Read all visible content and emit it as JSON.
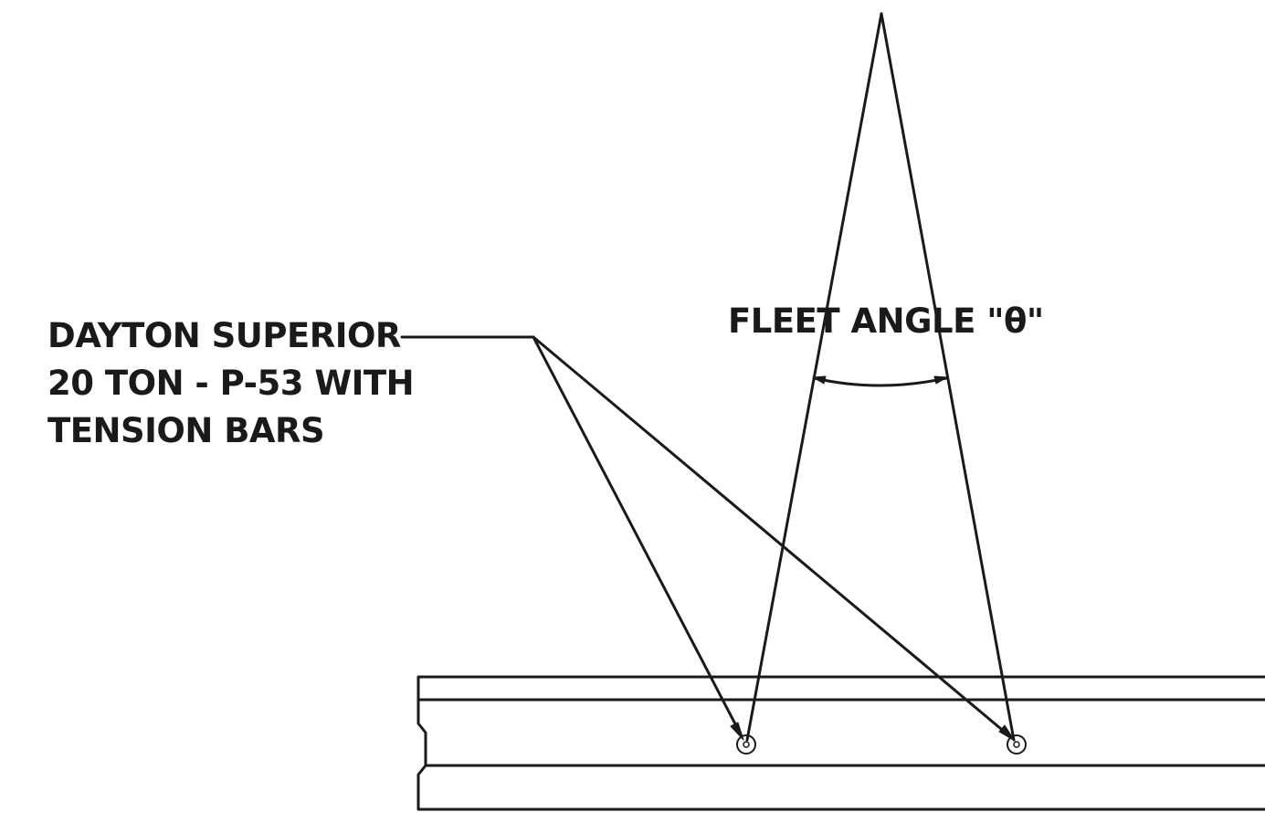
{
  "callout": {
    "lines": [
      "DAYTON SUPERIOR",
      "20 TON - P-53 WITH",
      "TENSION BARS"
    ]
  },
  "fleet_angle": {
    "label": "FLEET ANGLE \"θ\""
  },
  "colors": {
    "stroke": "#1a1a1a",
    "background": "#ffffff"
  }
}
